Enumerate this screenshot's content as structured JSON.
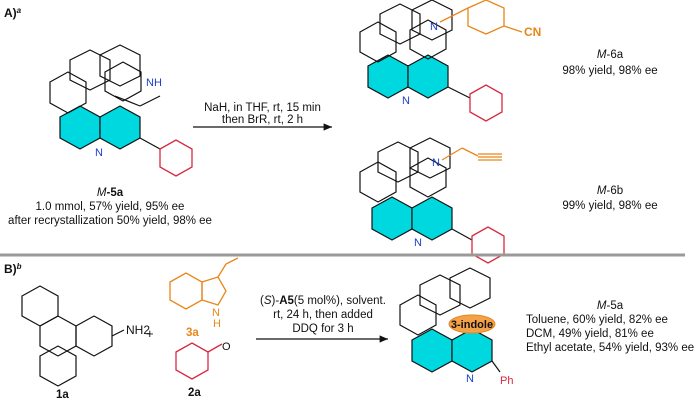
{
  "section_a": {
    "tag": "A)",
    "footnote": "a",
    "reactant": {
      "stereo": "M",
      "number": "-5a",
      "line1": "1.0 mmol, 57% yield, 95% ee",
      "line2": "after recrystallization 50% yield, 98% ee"
    },
    "reagents": {
      "line1": "NaH, in THF, rt, 15 min",
      "line2": "then BrR, rt, 2 h"
    },
    "product1": {
      "stereo": "M",
      "number": "-6a",
      "result": "98% yield, 98% ee",
      "group": "CN"
    },
    "product2": {
      "stereo": "M",
      "number": "-6b",
      "result": "99% yield, 98% ee"
    },
    "atoms": {
      "nh": "NH",
      "n": "N"
    }
  },
  "section_b": {
    "tag": "B)",
    "footnote": "b",
    "amine": {
      "label": "1a",
      "group": "NH2"
    },
    "plus": "+",
    "indole": {
      "label": "3a",
      "nh": "H",
      "n": "N"
    },
    "aldehyde": {
      "label": "2a",
      "o": "O"
    },
    "conditions": {
      "cat_open": "(",
      "cat_stereo": "S",
      "cat_close": ")-",
      "cat_name": "A5",
      "cat_rest": "(5 mol%), solvent.",
      "line2": "rt, 24 h, then added",
      "line3": "DDQ for 3 h"
    },
    "product": {
      "stereo": "M",
      "number": "-5a",
      "badge": "3-indole",
      "ph": "Ph",
      "n": "N"
    },
    "results": [
      "Toluene, 60% yield, 82% ee",
      "DCM, 49% yield, 81% ee",
      "Ethyl acetate, 54% yield, 93% ee"
    ]
  },
  "colors": {
    "cyan": "#00d8e0",
    "orange": "#e8861a",
    "red": "#d8283e",
    "blue": "#1b3fd0",
    "divider": "#9a9a9a"
  }
}
